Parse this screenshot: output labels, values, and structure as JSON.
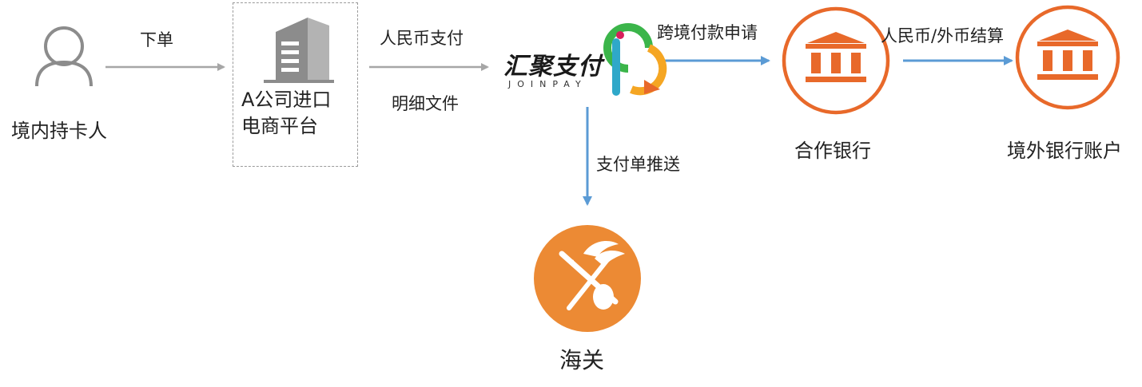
{
  "nodes": {
    "customer": "境内持卡人",
    "company_line1": "A公司进口",
    "company_line2": "电商平台",
    "payment_logo_cn": "汇聚支付",
    "payment_logo_en": "JOINPAY",
    "partner_bank": "合作银行",
    "overseas_account": "境外银行账户",
    "customs": "海关"
  },
  "edges": {
    "order": "下单",
    "rmb_payment": "人民币支付",
    "detail_file": "明细文件",
    "cross_border_request": "跨境付款申请",
    "settlement": "人民币/外币结算",
    "push_payment": "支付单推送"
  },
  "colors": {
    "gray_arrow": "#a6a6a6",
    "blue_arrow": "#5b9bd5",
    "orange": "#e8692a",
    "customs_orange": "#ec8a34",
    "icon_gray": "#8c8c8c"
  },
  "icons": {
    "customer": "person-icon",
    "company": "building-icon",
    "partner_bank": "bank-icon",
    "overseas_account": "bank-icon",
    "customs": "customs-emblem-icon",
    "payment": "joinpay-logo-icon"
  }
}
